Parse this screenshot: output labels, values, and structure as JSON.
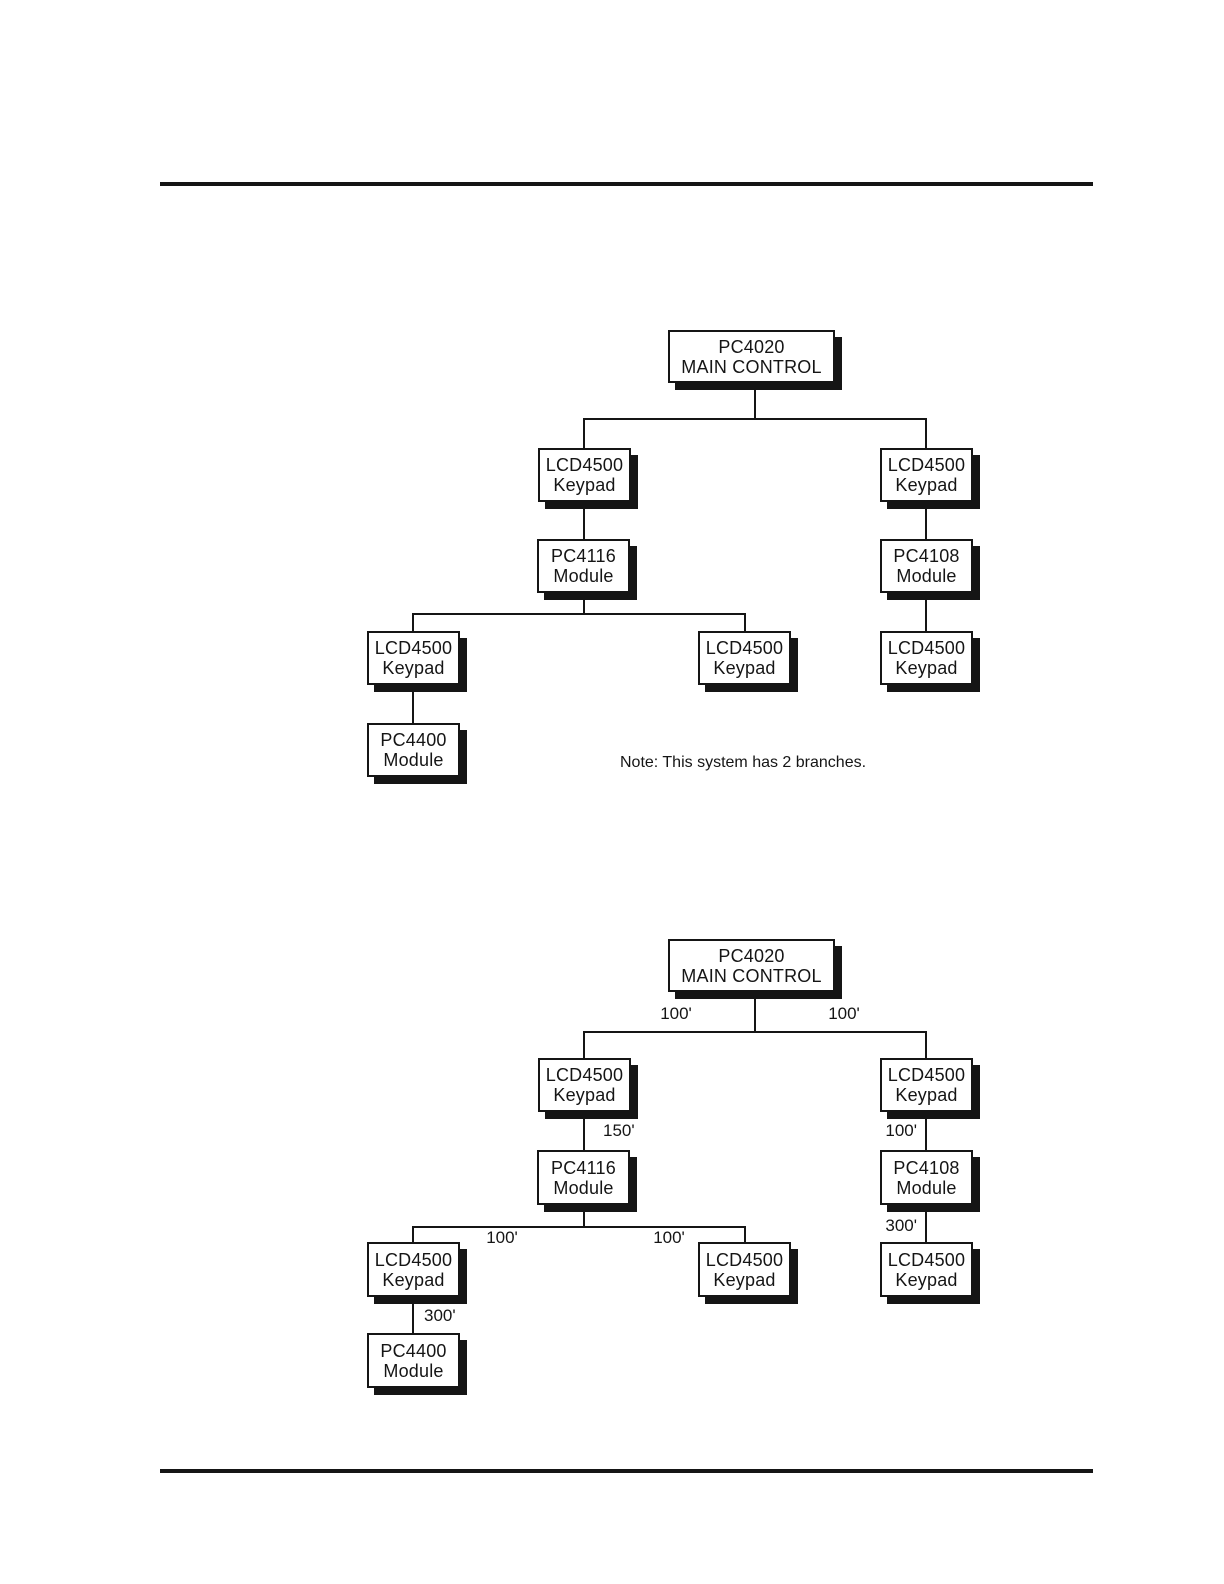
{
  "page": {
    "background_color": "#ffffff",
    "ink_color": "#151515"
  },
  "diagram1": {
    "description": "branch-count-example",
    "nodes": {
      "main": {
        "line1": "PC4020",
        "line2": "MAIN CONTROL"
      },
      "keypad_left": {
        "line1": "LCD4500",
        "line2": "Keypad"
      },
      "keypad_right": {
        "line1": "LCD4500",
        "line2": "Keypad"
      },
      "pc4116": {
        "line1": "PC4116",
        "line2": "Module"
      },
      "pc4108": {
        "line1": "PC4108",
        "line2": "Module"
      },
      "keypad_l2a": {
        "line1": "LCD4500",
        "line2": "Keypad"
      },
      "keypad_l2b": {
        "line1": "LCD4500",
        "line2": "Keypad"
      },
      "keypad_r2": {
        "line1": "LCD4500",
        "line2": "Keypad"
      },
      "pc4400": {
        "line1": "PC4400",
        "line2": "Module"
      }
    },
    "note": "Note: This system has 2 branches."
  },
  "diagram2": {
    "description": "wiring-distance-example",
    "nodes": {
      "main": {
        "line1": "PC4020",
        "line2": "MAIN CONTROL"
      },
      "keypad_left": {
        "line1": "LCD4500",
        "line2": "Keypad"
      },
      "keypad_right": {
        "line1": "LCD4500",
        "line2": "Keypad"
      },
      "pc4116": {
        "line1": "PC4116",
        "line2": "Module"
      },
      "pc4108": {
        "line1": "PC4108",
        "line2": "Module"
      },
      "keypad_l2a": {
        "line1": "LCD4500",
        "line2": "Keypad"
      },
      "keypad_l2b": {
        "line1": "LCD4500",
        "line2": "Keypad"
      },
      "keypad_r2": {
        "line1": "LCD4500",
        "line2": "Keypad"
      },
      "pc4400": {
        "line1": "PC4400",
        "line2": "Module"
      }
    },
    "distances": {
      "main_to_keypad_left": "100'",
      "main_to_keypad_right": "100'",
      "keypad_left_to_pc4116": "150'",
      "keypad_right_to_pc4108": "100'",
      "pc4116_to_keypad_l2a": "100'",
      "pc4116_to_keypad_l2b": "100'",
      "keypad_l2a_to_pc4400": "300'",
      "pc4108_to_keypad_r2": "300'"
    }
  }
}
